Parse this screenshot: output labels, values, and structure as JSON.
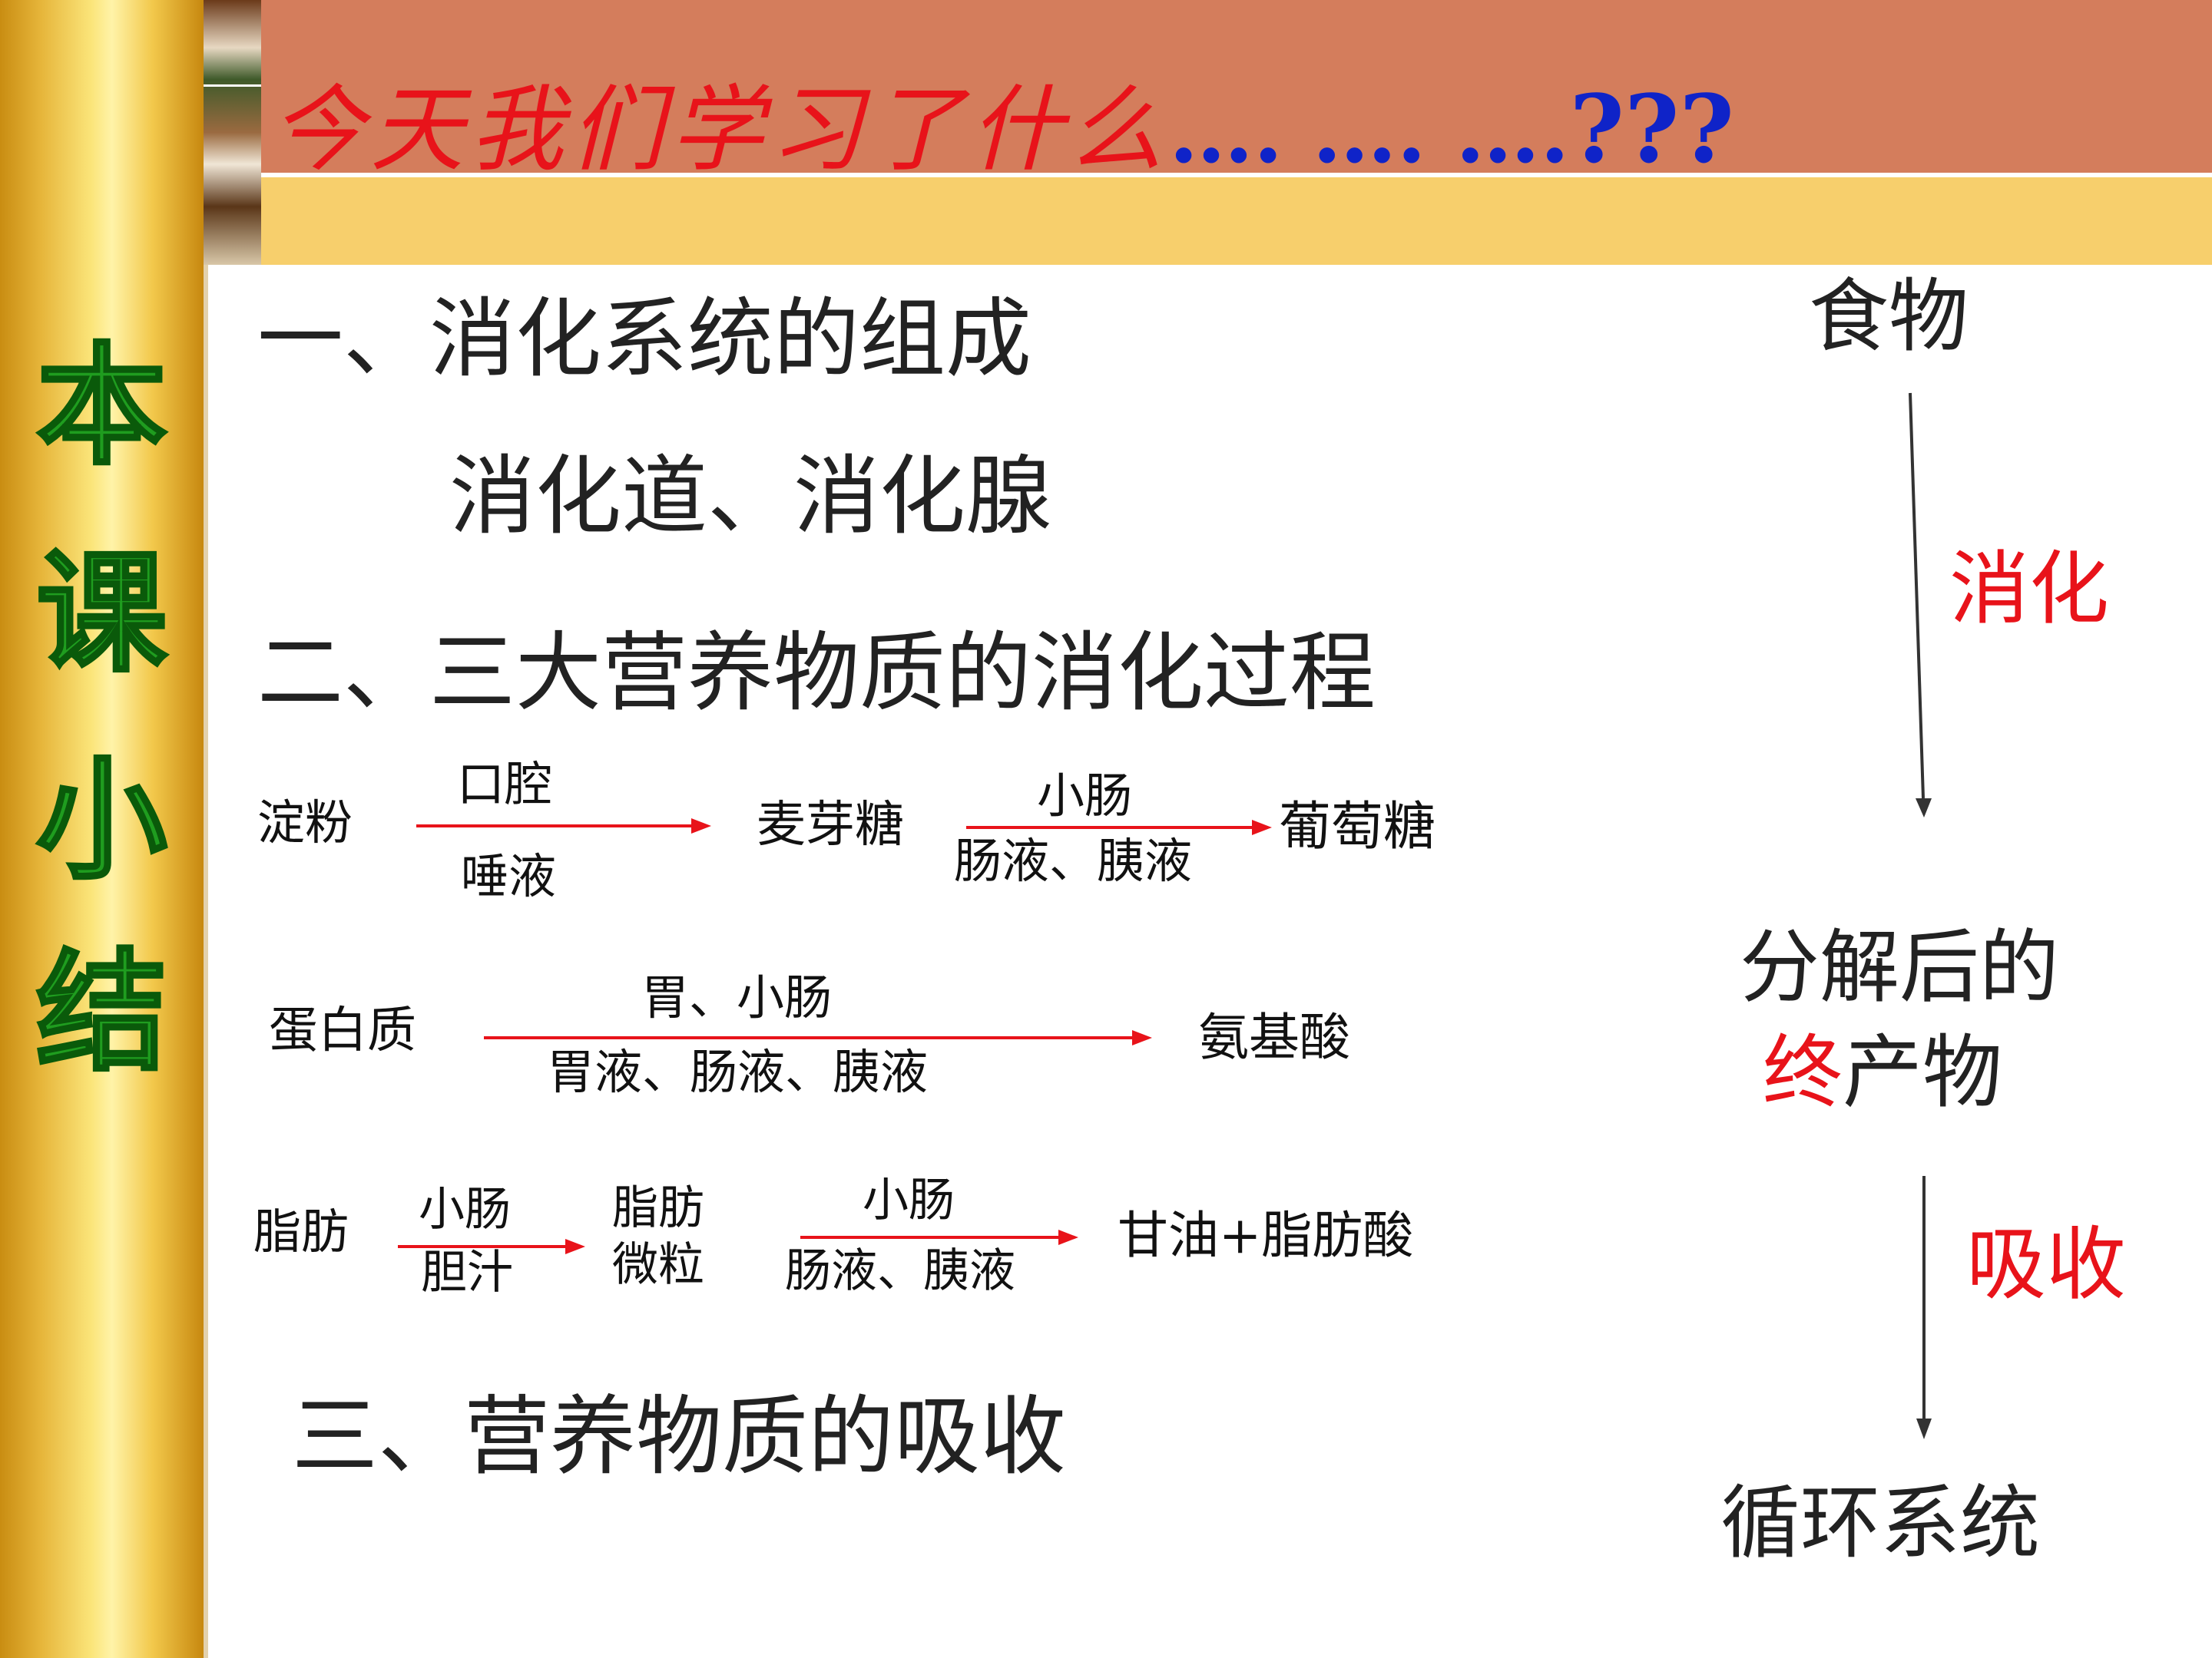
{
  "header": {
    "title_text": "今天我们学习了什么",
    "title_dots": "…. …. ….",
    "title_marks": "???"
  },
  "sidebar": {
    "chars": [
      "本",
      "课",
      "小",
      "结"
    ]
  },
  "sections": {
    "s1_title": "一、消化系统的组成",
    "s1_content": "消化道、消化腺",
    "s2_title": "二、三大营养物质的消化过程",
    "s3_title": "三、营养物质的吸收"
  },
  "starch_row": {
    "start": "淀粉",
    "step1_top": "口腔",
    "step1_bottom": "唾液",
    "mid": "麦芽糖",
    "step2_top": "小肠",
    "step2_bottom": "肠液、胰液",
    "end": "葡萄糖"
  },
  "protein_row": {
    "start": "蛋白质",
    "step_top": "胃、小肠",
    "step_bottom": "胃液、肠液、胰液",
    "end": "氨基酸"
  },
  "fat_row": {
    "start": "脂肪",
    "step1_top": "小肠",
    "step1_bottom": "胆汁",
    "mid_top": "脂肪",
    "mid_bottom": "微粒",
    "step2_top": "小肠",
    "step2_bottom": "肠液、胰液",
    "end": "甘油+脂肪酸"
  },
  "flow": {
    "food": "食物",
    "digestion": "消化",
    "decomposed_line1": "分解后的",
    "final_char": "终",
    "final_rest": "产物",
    "absorption": "吸收",
    "circulation": "循环系统"
  },
  "colors": {
    "accent_red": "#e8131a",
    "title_blue": "#0f23c8",
    "sidebar_green": "#1f9d1f",
    "header_orange": "#d47d5c",
    "header_yellow": "#f7cf6c"
  }
}
